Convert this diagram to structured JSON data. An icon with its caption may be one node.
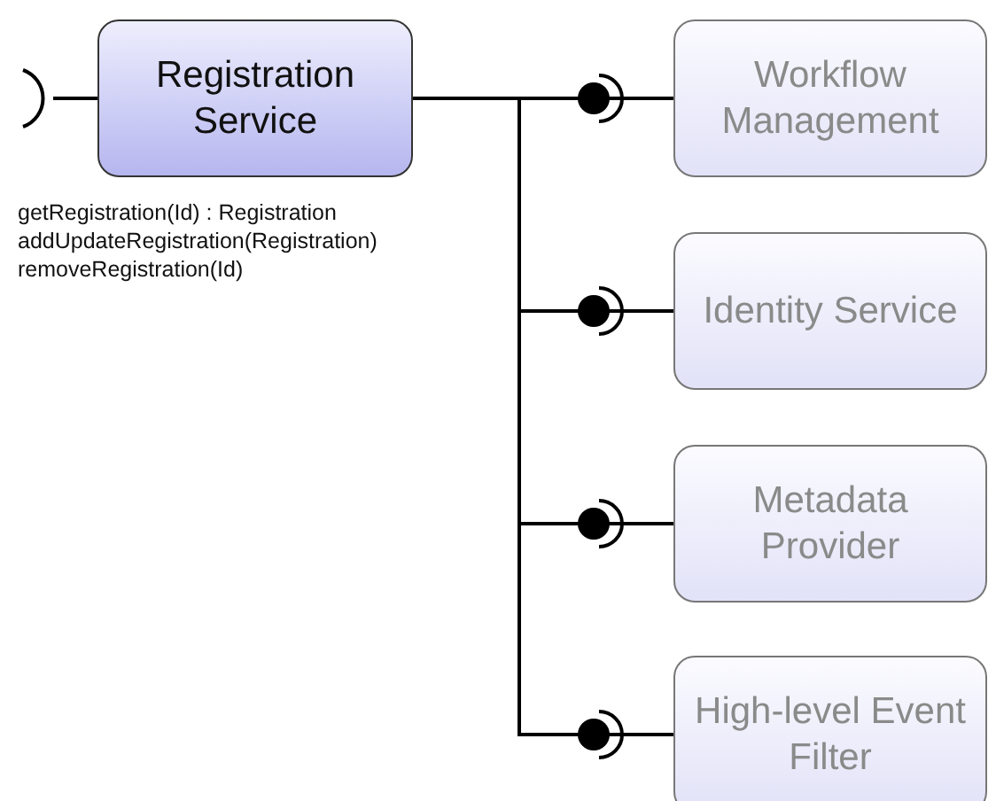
{
  "diagram": {
    "nodes": [
      {
        "text": [
          "Registration Service"
        ],
        "beside": [
          "getRegistration(Id) : Registration",
          "addUpdateRegistration(Registration)",
          "removeRegistration(Id)"
        ]
      },
      {
        "text": [
          "Workflow Management"
        ]
      },
      {
        "text": [
          "Identity Service"
        ]
      },
      {
        "text": [
          "Metadata Provider"
        ]
      },
      {
        "text": [
          "High-level Event Filter"
        ]
      }
    ],
    "edges": [
      {
        "from": null,
        "to": 0,
        "arrow": "other"
      },
      {
        "from": 0,
        "to": 1,
        "arrow": "other"
      },
      {
        "from": 0,
        "to": 2,
        "arrow": "other"
      },
      {
        "from": 0,
        "to": 3,
        "arrow": "other"
      },
      {
        "from": 0,
        "to": 4,
        "arrow": "other"
      }
    ]
  }
}
